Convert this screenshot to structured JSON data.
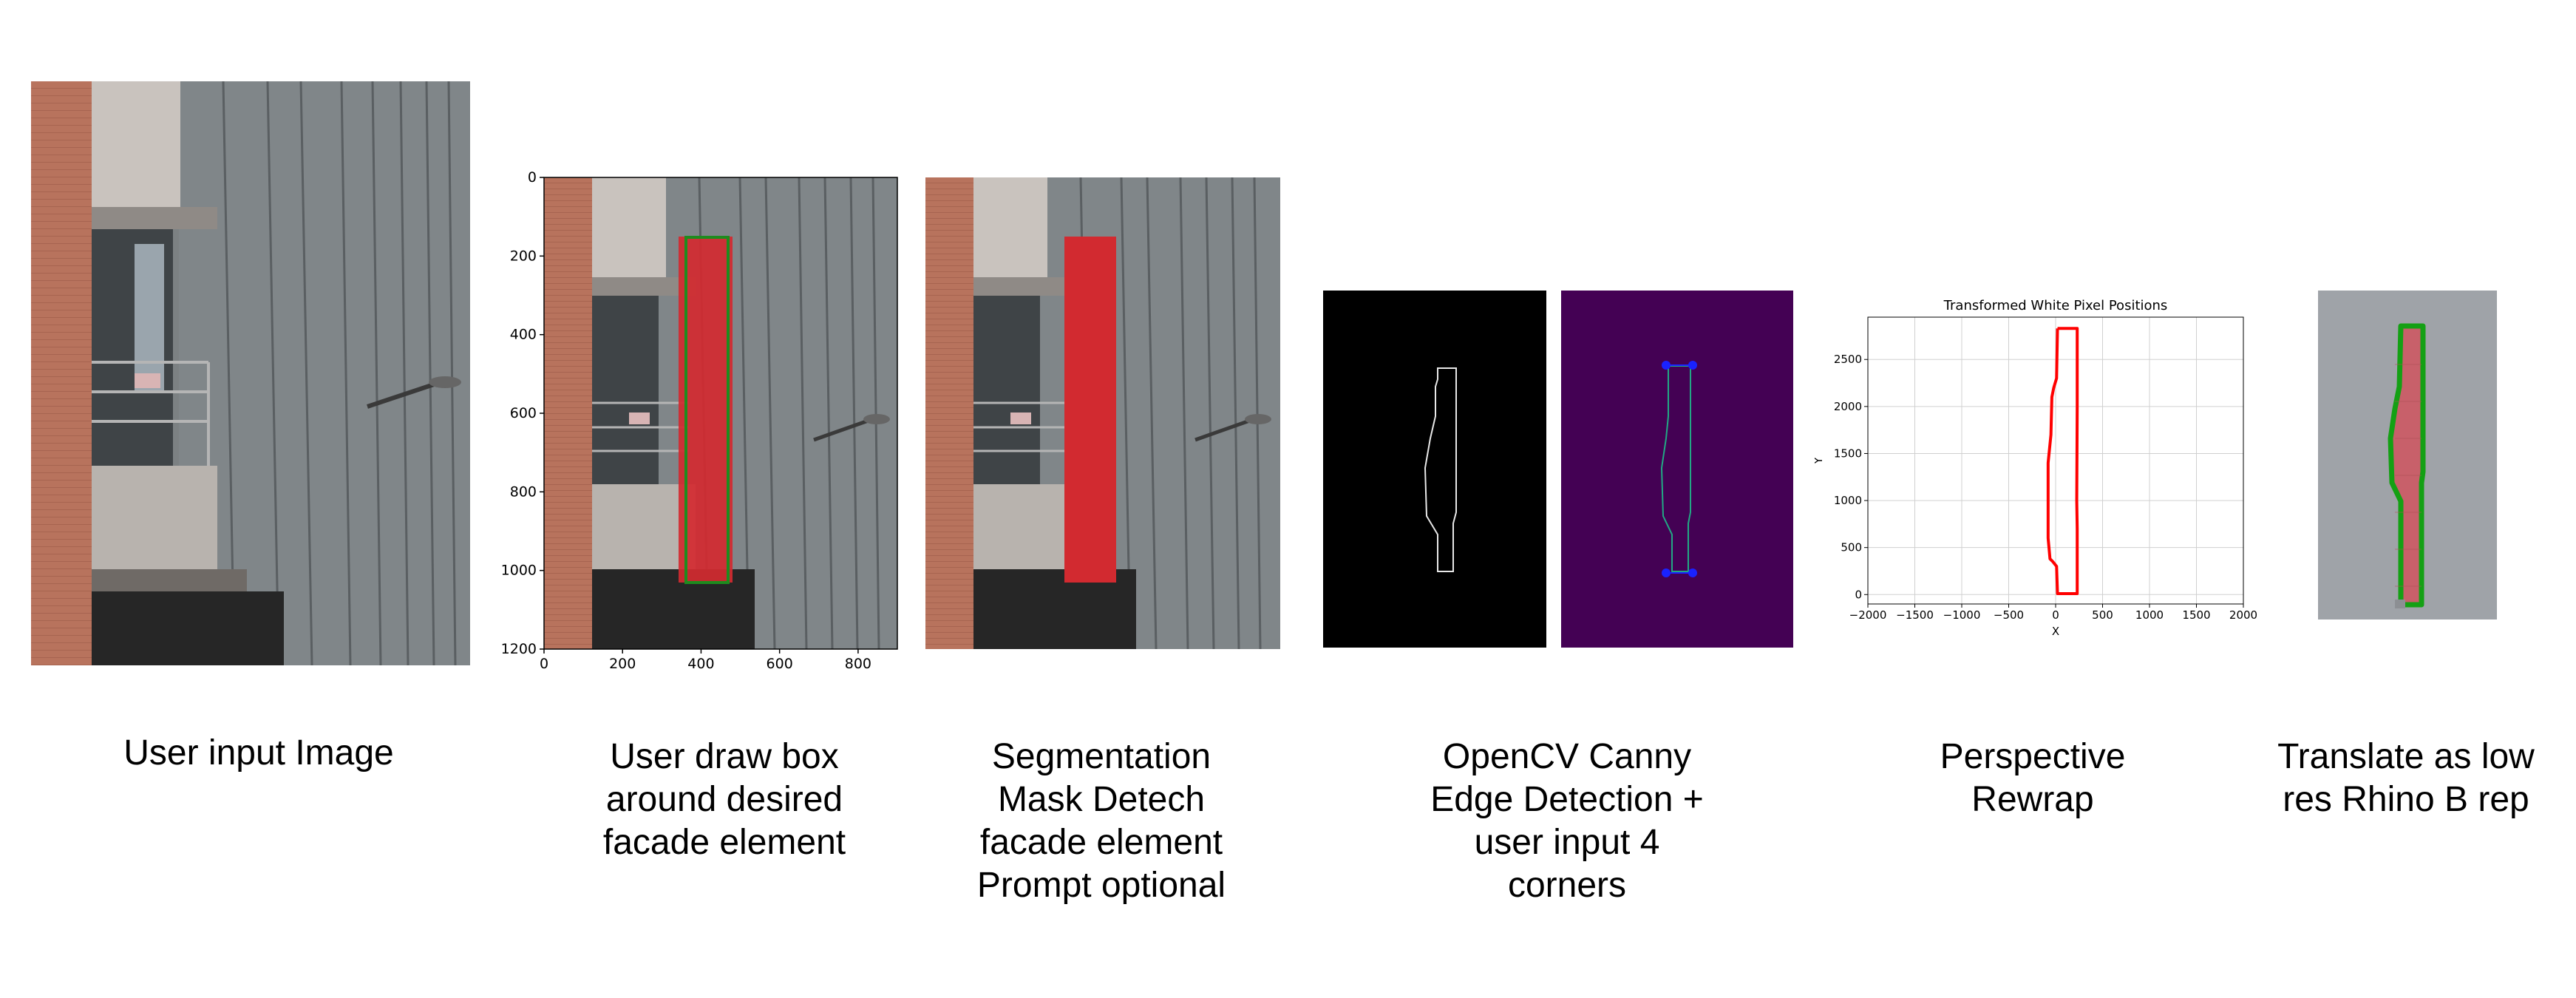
{
  "captions": [
    {
      "id": "input",
      "text": "User input Image"
    },
    {
      "id": "box",
      "text": "User draw box\naround desired\nfacade element"
    },
    {
      "id": "segment",
      "text": "Segmentation\nMask Detech\nfacade element\nPrompt optional"
    },
    {
      "id": "canny",
      "text": "OpenCV Canny\nEdge Detection +\nuser input 4\ncorners"
    },
    {
      "id": "perspective",
      "text": "Perspective\nRewrap"
    },
    {
      "id": "rhino",
      "text": "Translate as low\nres Rhino B rep"
    }
  ],
  "box_plot": {
    "y_ticks": [
      "0",
      "200",
      "400",
      "600",
      "800",
      "1000",
      "1200"
    ],
    "x_ticks": [
      "0",
      "200",
      "400",
      "600",
      "800"
    ]
  },
  "chart_data": {
    "type": "line",
    "title": "Transformed White Pixel Positions",
    "xlabel": "X",
    "ylabel": "Y",
    "xlim": [
      -2000,
      2000
    ],
    "ylim": [
      -100,
      2950
    ],
    "x_ticks": [
      -2000,
      -1500,
      -1000,
      -500,
      0,
      500,
      1000,
      1500,
      2000
    ],
    "x_tick_labels": [
      "−2000",
      "−1500",
      "−1000",
      "−500",
      "0",
      "500",
      "1000",
      "1500",
      "2000"
    ],
    "y_ticks": [
      0,
      500,
      1000,
      1500,
      2000,
      2500
    ],
    "y_tick_labels": [
      "0",
      "500",
      "1000",
      "1500",
      "2000",
      "2500"
    ],
    "grid": true,
    "series": [
      {
        "color": "#ff0000",
        "x": [
          20,
          230,
          230,
          225,
          230,
          230,
          20,
          10,
          -30,
          -60,
          -80,
          -80,
          -70,
          -50,
          -40,
          -20,
          10,
          20
        ],
        "y": [
          2830,
          2830,
          2000,
          1000,
          700,
          10,
          10,
          300,
          350,
          380,
          600,
          1400,
          1500,
          1700,
          2100,
          2200,
          2300,
          2830
        ]
      }
    ]
  },
  "colors": {
    "segment_red": "#d22a30",
    "box_green": "#1e8c1e",
    "canny_purple": "#440154",
    "corner_blue": "#1a22ff",
    "rhino_bg": "#9fa3a8",
    "rhino_green": "#14a014"
  }
}
